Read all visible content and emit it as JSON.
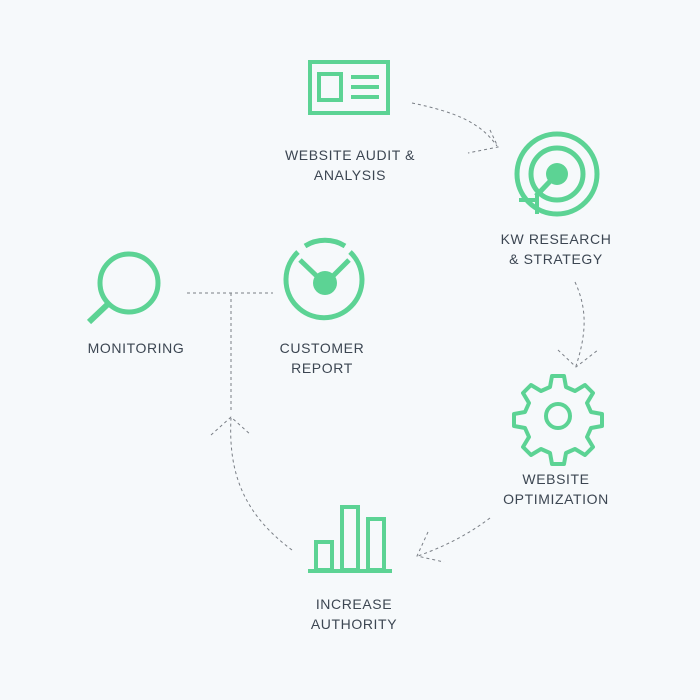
{
  "colors": {
    "icon": "#5cd394",
    "connector": "#7a7f86",
    "background": "#f6f9fb",
    "text": "#3c4652"
  },
  "steps": [
    {
      "id": "audit",
      "icon": "browser-window-icon",
      "label": [
        "WEBSITE AUDIT &",
        "ANALYSIS"
      ]
    },
    {
      "id": "research",
      "icon": "target-icon",
      "label": [
        "KW RESEARCH",
        "& STRATEGY"
      ]
    },
    {
      "id": "optimization",
      "icon": "gear-icon",
      "label": [
        "WEBSITE",
        "OPTIMIZATION"
      ]
    },
    {
      "id": "authority",
      "icon": "bar-chart-icon",
      "label": [
        "INCREASE",
        "AUTHORITY"
      ]
    },
    {
      "id": "report",
      "icon": "gauge-icon",
      "label": [
        "CUSTOMER",
        "REPORT"
      ]
    },
    {
      "id": "monitoring",
      "icon": "magnifier-icon",
      "label": [
        "MONITORING"
      ]
    }
  ]
}
